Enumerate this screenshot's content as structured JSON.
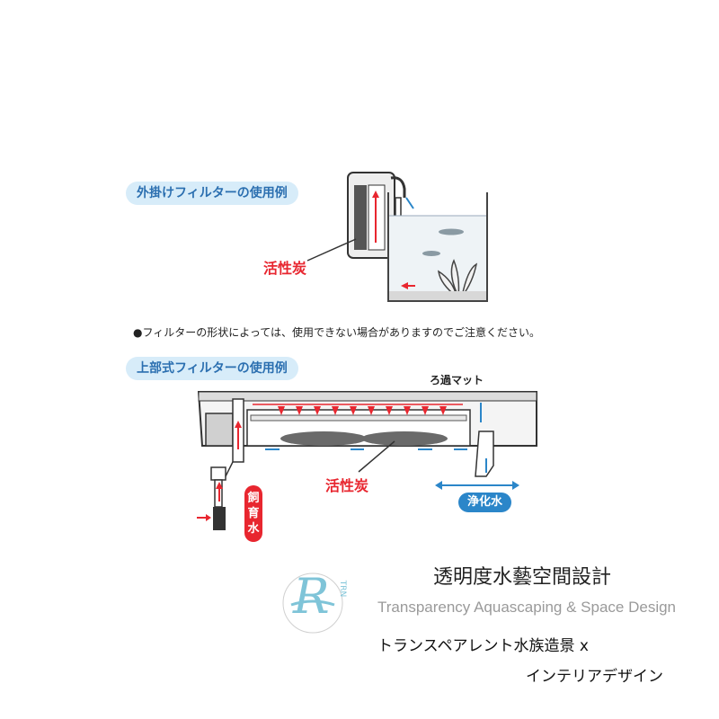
{
  "section1": {
    "title": "外掛けフィルターの使用例",
    "carbon_label": "活性炭"
  },
  "note": "●フィルターの形状によっては、使用できない場合がありますのでご注意ください。",
  "section2": {
    "title": "上部式フィルターの使用例",
    "mat_label": "ろ過マット",
    "carbon_label": "活性炭",
    "inflow_label": "飼育水",
    "outflow_label": "浄化水"
  },
  "brand": {
    "title": "透明度水藝空間設計",
    "subtitle_en": "Transparency Aquascaping & Space Design",
    "subtitle_jp_line1": "トランスペアレント水族造景 x",
    "subtitle_jp_line2": "インテリアデザイン",
    "logo_letter": "R",
    "logo_side_text": "TRN"
  },
  "colors": {
    "accent_blue": "#2b86c9",
    "label_red": "#e8262f",
    "pill_bg": "#d7ecf9",
    "logo_teal": "#7fc4d8"
  },
  "icons": [
    "flow-arrow-icon",
    "fish-icon",
    "plant-icon"
  ]
}
